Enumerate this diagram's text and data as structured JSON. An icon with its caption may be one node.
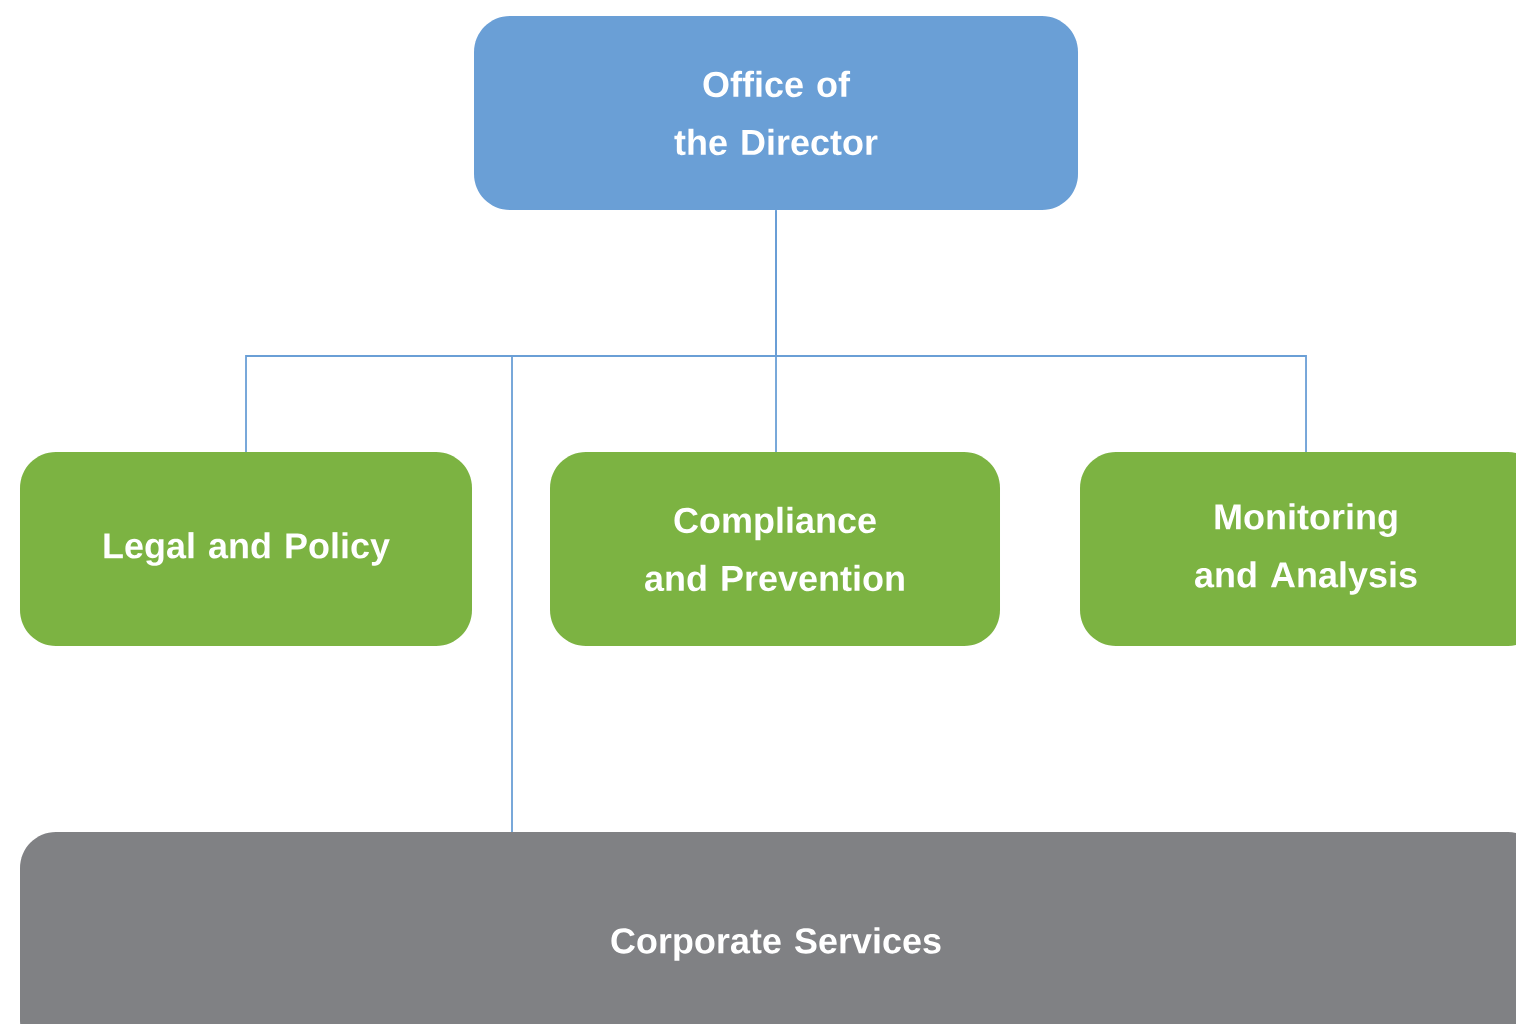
{
  "diagram": {
    "nodes": [
      {
        "text": [
          "Office of the Director"
        ]
      },
      {
        "text": [
          "Legal and Policy"
        ]
      },
      {
        "text": [
          "Compliance and Prevention"
        ]
      },
      {
        "text": [
          "Monitoring and Analysis"
        ]
      },
      {
        "text": [
          "Corporate Services"
        ]
      }
    ],
    "edges": [
      {
        "from": 0,
        "to": 1,
        "arrow": "none"
      },
      {
        "from": 0,
        "to": 2,
        "arrow": "none"
      },
      {
        "from": 0,
        "to": 3,
        "arrow": "none"
      },
      {
        "from": 0,
        "to": 4,
        "arrow": "none"
      }
    ]
  }
}
